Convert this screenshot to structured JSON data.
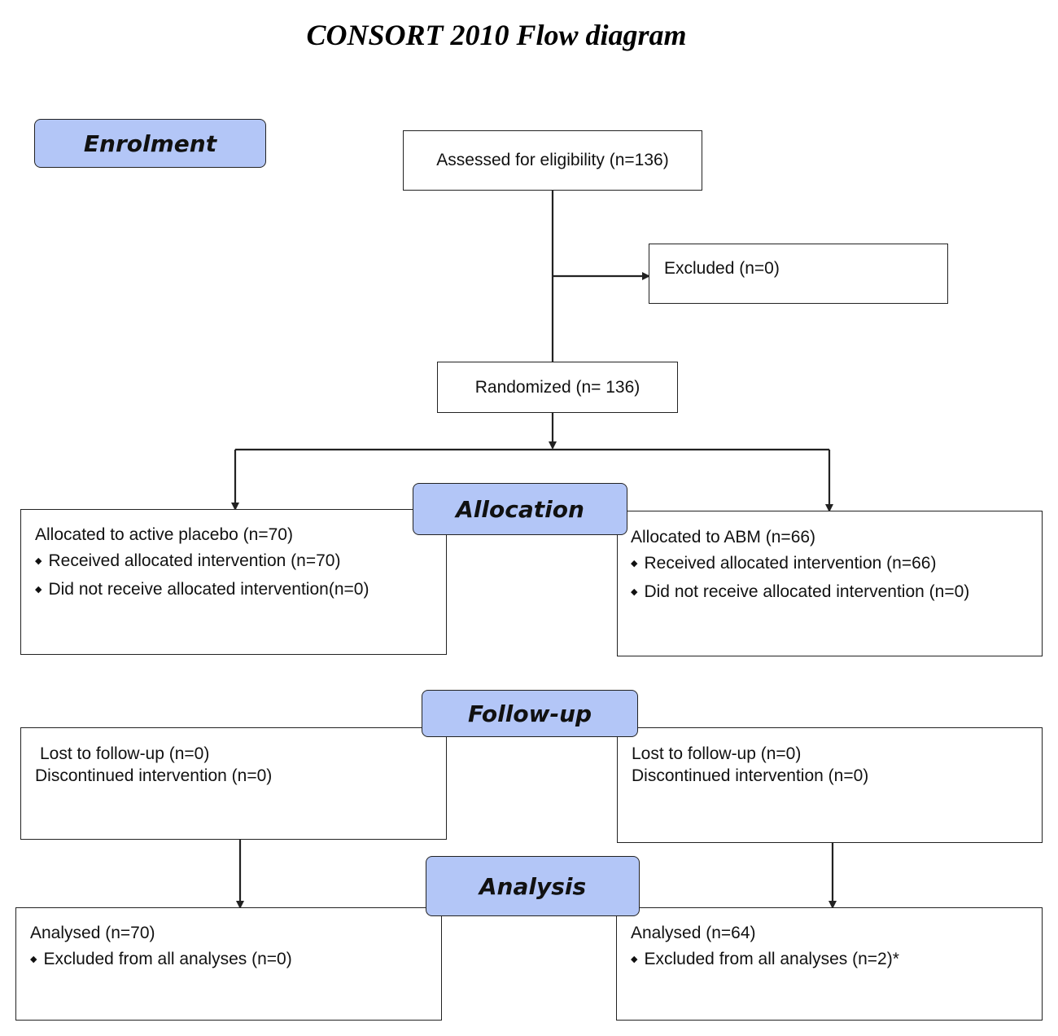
{
  "title": "CONSORT 2010 Flow diagram",
  "stages": {
    "enrolment": "Enrolment",
    "allocation": "Allocation",
    "follow_up": "Follow-up",
    "analysis": "Analysis"
  },
  "enrolment": {
    "assessed": "Assessed for eligibility (n=136)",
    "excluded": "Excluded (n=0)",
    "randomized": "Randomized (n= 136)"
  },
  "allocation": {
    "left": {
      "heading": "Allocated to active placebo (n=70)",
      "received": "Received allocated intervention (n=70)",
      "not_received": "Did not receive allocated intervention(n=0)"
    },
    "right": {
      "heading": "Allocated to ABM (n=66)",
      "received": "Received allocated intervention (n=66)",
      "not_received": "Did not receive allocated intervention (n=0)"
    }
  },
  "follow_up": {
    "left": {
      "lost": "Lost to follow-up (n=0)",
      "discontinued": "Discontinued intervention (n=0)"
    },
    "right": {
      "lost": "Lost to follow-up (n=0)",
      "discontinued": "Discontinued intervention (n=0)"
    }
  },
  "analysis": {
    "left": {
      "analysed": "Analysed (n=70)",
      "excluded": "Excluded from all analyses (n=0)"
    },
    "right": {
      "analysed": "Analysed (n=64)",
      "excluded": "Excluded from all analyses (n=2)*"
    }
  },
  "colors": {
    "stage_fill": "#b3c6f7",
    "line": "#222222"
  }
}
